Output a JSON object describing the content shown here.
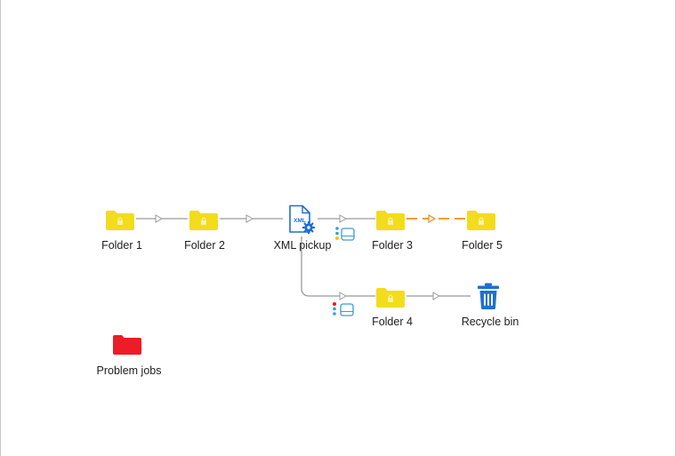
{
  "flow": {
    "nodes": {
      "folder1": {
        "label": "Folder 1",
        "icon": "folder-lock-icon"
      },
      "folder2": {
        "label": "Folder 2",
        "icon": "folder-lock-icon"
      },
      "xml_pickup": {
        "label": "XML pickup",
        "icon": "xml-pickup-icon",
        "icon_text": "XML"
      },
      "folder3": {
        "label": "Folder 3",
        "icon": "folder-lock-icon"
      },
      "folder5": {
        "label": "Folder 5",
        "icon": "folder-lock-icon"
      },
      "folder4": {
        "label": "Folder 4",
        "icon": "folder-lock-icon"
      },
      "recycle_bin": {
        "label": "Recycle bin",
        "icon": "trash-icon"
      },
      "problem_jobs": {
        "label": "Problem jobs",
        "icon": "folder-icon"
      }
    }
  },
  "colors": {
    "folder": "#f3dc1c",
    "folder_lock": "#fbf3a6",
    "problem_folder": "#ee1c24",
    "connection": "#9a9a9a",
    "connection_highlight": "#f08c1a",
    "script_icon": "#1f6fd1",
    "trash": "#1f6fd1",
    "badge_success": "#f1c40f",
    "badge_error": "#e51b24",
    "badge_device": "#3a9ad9"
  }
}
